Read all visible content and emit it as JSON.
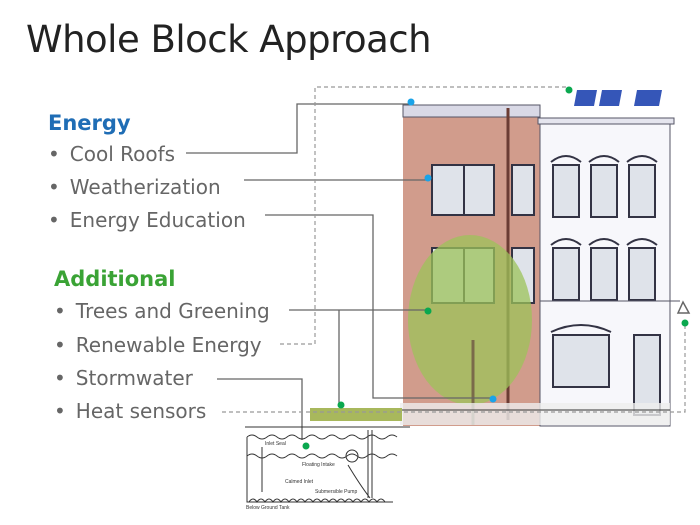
{
  "slide": {
    "title": "Whole Block Approach"
  },
  "energy": {
    "heading": "Energy",
    "items": [
      "Cool Roofs",
      "Weatherization",
      "Energy Education"
    ]
  },
  "additional": {
    "heading": "Additional",
    "items": [
      "Trees and Greening",
      "Renewable Energy",
      "Stormwater",
      "Heat sensors"
    ]
  },
  "bullet": "•",
  "tank": {
    "labels": [
      "Inlet Seal",
      "Floating Intake",
      "Calmed Inlet",
      "Submersible Pump",
      "Below Ground Tank"
    ]
  },
  "colors": {
    "energy": "#1f6db5",
    "additional": "#3aa335",
    "blue_dot": "#1aa3e8",
    "green_dot": "#0aa84f"
  }
}
